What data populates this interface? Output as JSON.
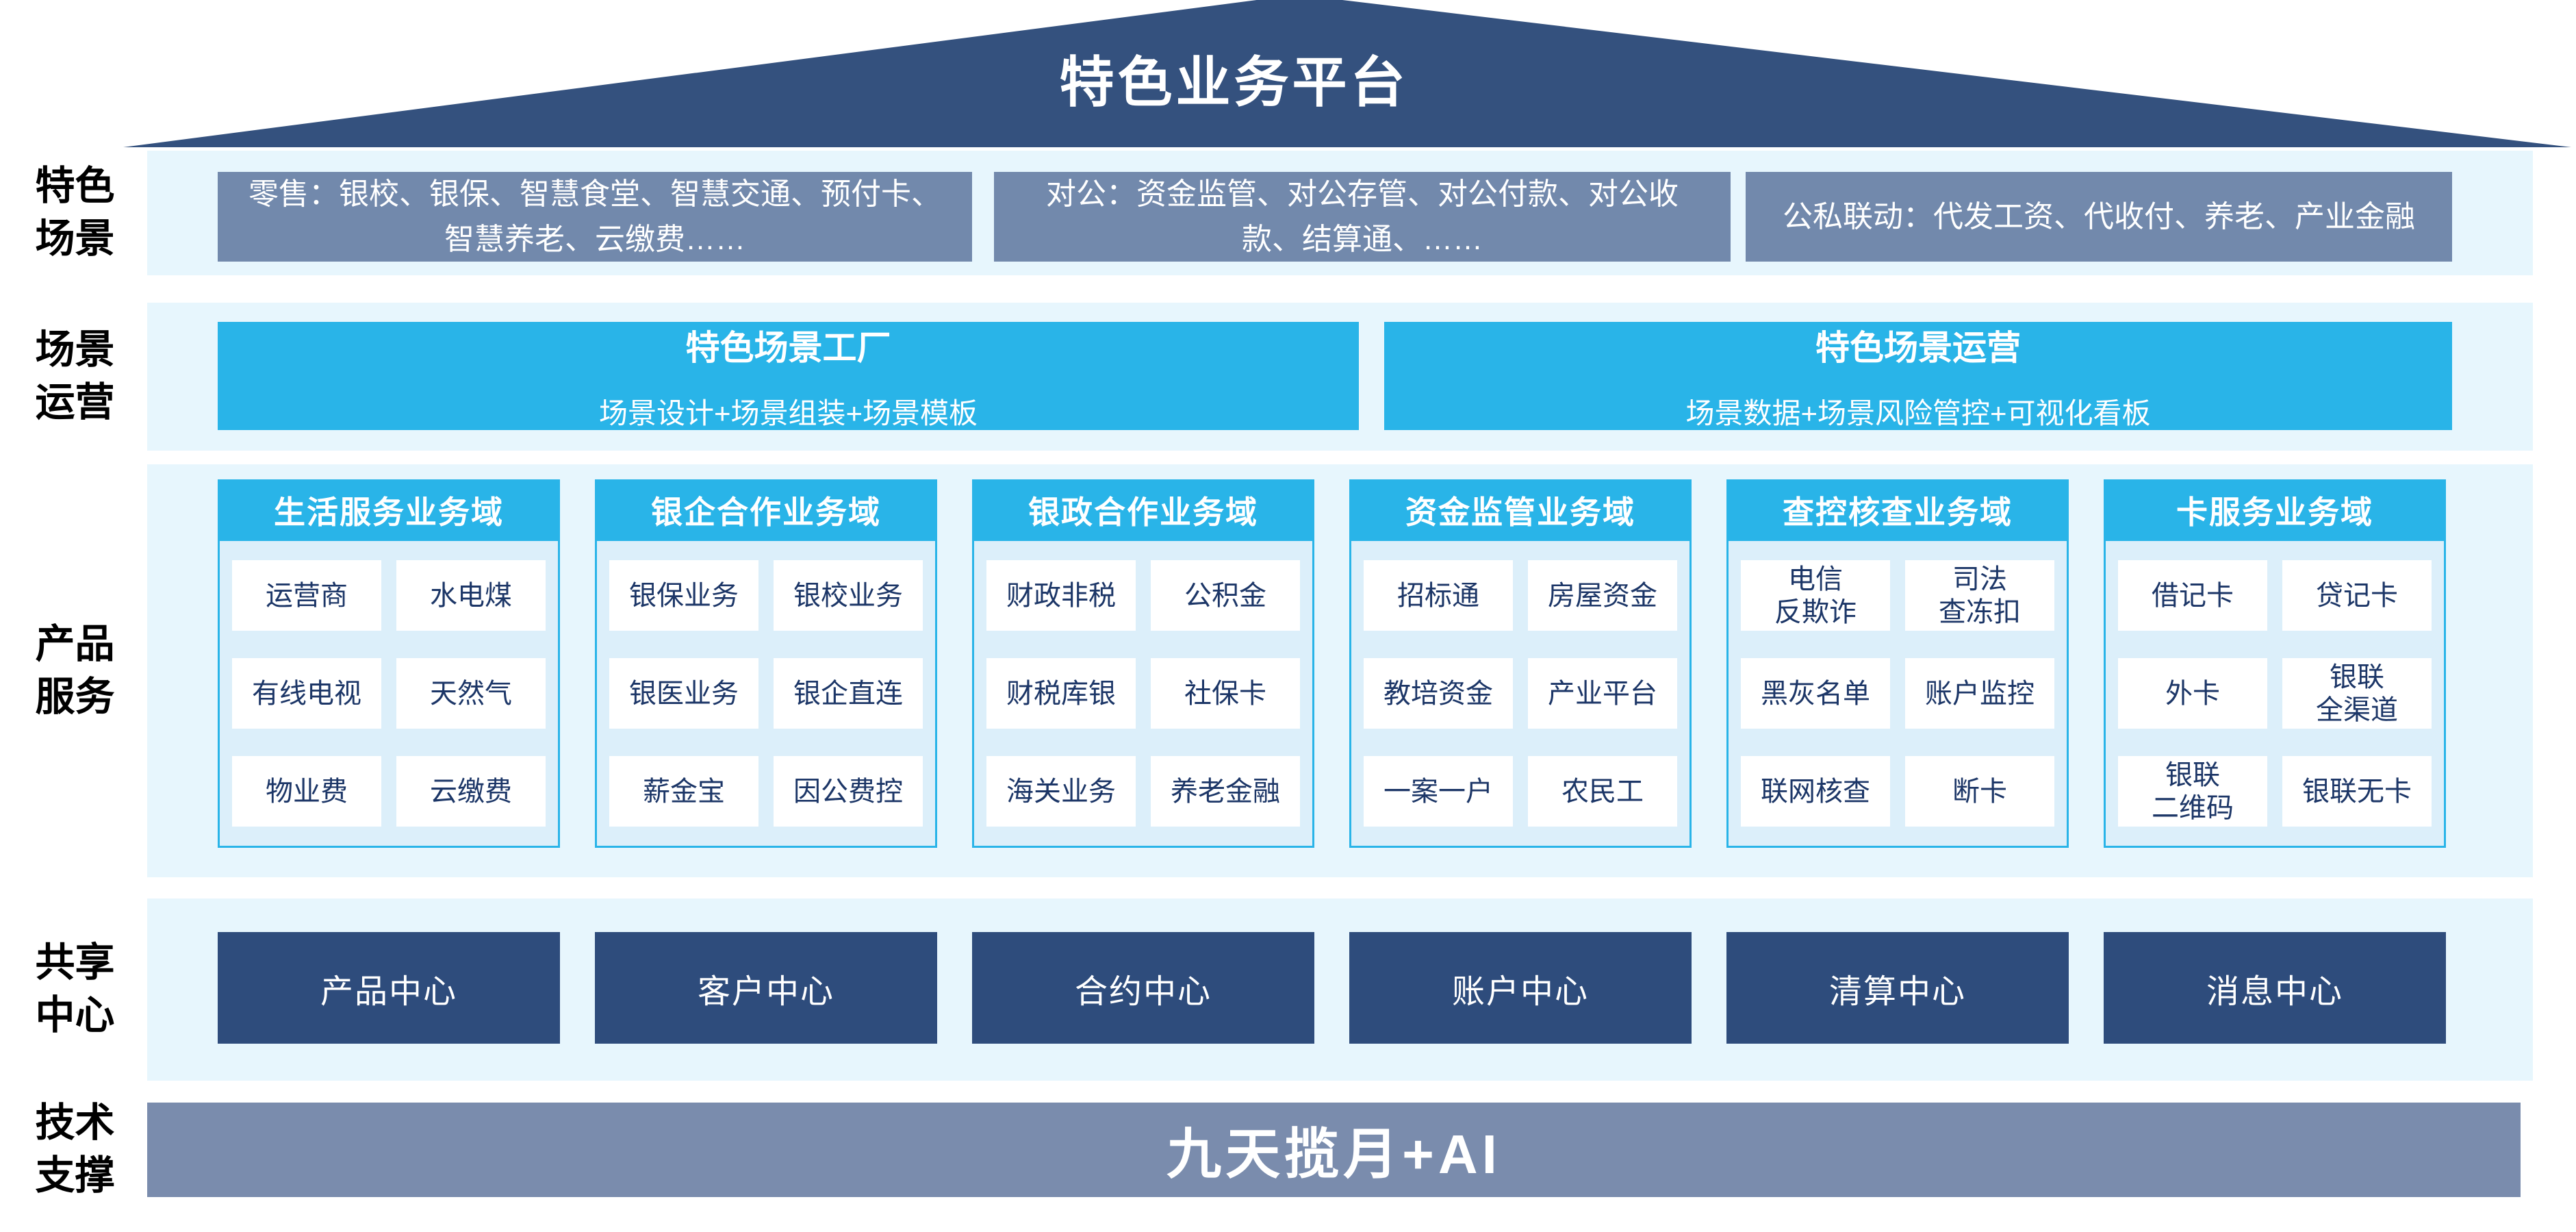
{
  "roof": {
    "title": "特色业务平台"
  },
  "rows": {
    "scenes": {
      "label": "特色\n场景",
      "boxes": [
        "零售：银校、银保、智慧食堂、智慧交通、预付卡、智慧养老、云缴费……",
        "对公：资金监管、对公存管、对公付款、对公收款、结算通、……",
        "公私联动：代发工资、代收付、养老、产业金融"
      ]
    },
    "operation": {
      "label": "场景\n运营",
      "boxes": [
        {
          "title": "特色场景工厂",
          "subtitle": "场景设计+场景组装+场景模板"
        },
        {
          "title": "特色场景运营",
          "subtitle": "场景数据+场景风险管控+可视化看板"
        }
      ]
    },
    "products": {
      "label": "产品\n服务",
      "columns": [
        {
          "header": "生活服务业务域",
          "cells": [
            "运营商",
            "水电煤",
            "有线电视",
            "天然气",
            "物业费",
            "云缴费"
          ]
        },
        {
          "header": "银企合作业务域",
          "cells": [
            "银保业务",
            "银校业务",
            "银医业务",
            "银企直连",
            "薪金宝",
            "因公费控"
          ]
        },
        {
          "header": "银政合作业务域",
          "cells": [
            "财政非税",
            "公积金",
            "财税库银",
            "社保卡",
            "海关业务",
            "养老金融"
          ]
        },
        {
          "header": "资金监管业务域",
          "cells": [
            "招标通",
            "房屋资金",
            "教培资金",
            "产业平台",
            "一案一户",
            "农民工"
          ]
        },
        {
          "header": "查控核查业务域",
          "cells": [
            "电信\n反欺诈",
            "司法\n查冻扣",
            "黑灰名单",
            "账户监控",
            "联网核查",
            "断卡"
          ]
        },
        {
          "header": "卡服务业务域",
          "cells": [
            "借记卡",
            "贷记卡",
            "外卡",
            "银联\n全渠道",
            "银联\n二维码",
            "银联无卡"
          ]
        }
      ]
    },
    "shared": {
      "label": "共享\n中心",
      "centers": [
        "产品中心",
        "客户中心",
        "合约中心",
        "账户中心",
        "清算中心",
        "消息中心"
      ]
    },
    "tech": {
      "label": "技术\n支撑",
      "bar": "九天揽月+AI"
    }
  },
  "colors": {
    "roof_navy": "#34517E",
    "scene_box_blue_gray": "#7289AC",
    "panel_light_blue": "#E7F6FD",
    "cyan_accent": "#29B4E8",
    "column_body_blue": "#DCEFFA",
    "cell_text_navy": "#1C3667",
    "shared_center_navy": "#2E4C7C",
    "tech_bar_blue_gray": "#7A8CAD"
  }
}
